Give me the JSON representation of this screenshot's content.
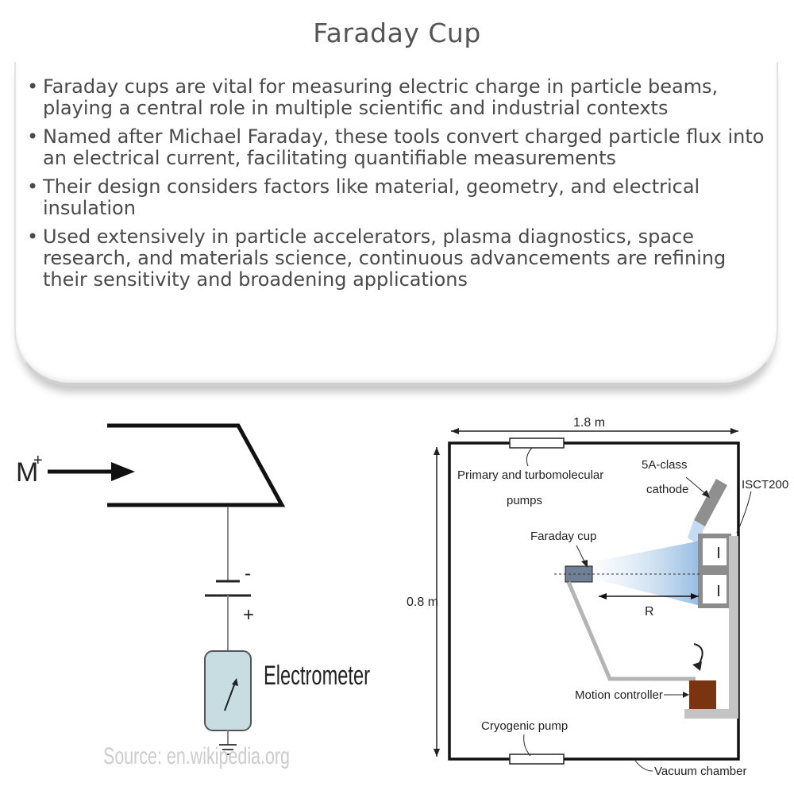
{
  "title": "Faraday Cup",
  "bullets": [
    "Faraday cups are vital for measuring electric charge in particle beams, playing a central role in multiple scientific and industrial contexts",
    "Named after Michael Faraday, these tools convert charged particle flux into an electrical current, facilitating quantifiable measurements",
    "Their design considers factors like material, geometry, and electrical insulation",
    "Used extensively in particle accelerators, plasma diagnostics, space research, and materials science, continuous advancements are refining their sensitivity and broadening applications"
  ],
  "left_diagram": {
    "ion_label": "M",
    "ion_charge": "+",
    "minus_label": "-",
    "plus_label": "+",
    "electrometer_label": "Electrometer",
    "source_label": "Source: en.wikipedia.org"
  },
  "right_diagram": {
    "width_label": "1.8 m",
    "height_label": "0.8 m",
    "primary_pumps_label_line1": "Primary and turbomolecular",
    "primary_pumps_label_line2": "pumps",
    "cathode_label_line1": "5A-class",
    "cathode_label_line2": "cathode",
    "isct_label": "ISCT200",
    "faraday_cup_label": "Faraday cup",
    "r_label": "R",
    "motion_controller_label": "Motion controller",
    "cryogenic_pump_label": "Cryogenic pump",
    "vacuum_chamber_label": "Vacuum chamber"
  }
}
